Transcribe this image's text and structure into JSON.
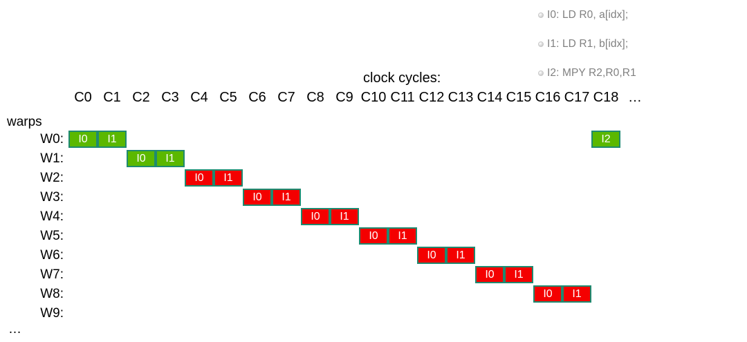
{
  "instructions": {
    "bullet_icon": "sphere-bullet-icon",
    "items": [
      {
        "text": "I0: LD R0, a[idx];"
      },
      {
        "text": "I1: LD R1, b[idx];"
      },
      {
        "text": "I2: MPY R2,R0,R1"
      }
    ]
  },
  "timeline": {
    "clock_caption": "clock cycles:",
    "warps_caption": "warps",
    "bottom_ellipsis": "…",
    "cycle_labels": [
      "C0",
      "C1",
      "C2",
      "C3",
      "C4",
      "C5",
      "C6",
      "C7",
      "C8",
      "C9",
      "C10",
      "C11",
      "C12",
      "C13",
      "C14",
      "C15",
      "C16",
      "C17",
      "C18",
      "…"
    ],
    "colors": {
      "ready_green": "#5bb800",
      "stalled_red": "#f40000",
      "cell_border_teal": "#1f8a70",
      "instruction_text_gray": "#808080",
      "background": "#ffffff"
    },
    "rows": [
      {
        "label": "W0:",
        "cells": [
          {
            "text": "I0",
            "column": 0,
            "state": "green"
          },
          {
            "text": "I1",
            "column": 1,
            "state": "green"
          },
          {
            "text": "I2",
            "column": 18,
            "state": "green"
          }
        ]
      },
      {
        "label": "W1:",
        "cells": [
          {
            "text": "I0",
            "column": 2,
            "state": "green"
          },
          {
            "text": "I1",
            "column": 3,
            "state": "green"
          }
        ]
      },
      {
        "label": "W2:",
        "cells": [
          {
            "text": "I0",
            "column": 4,
            "state": "red"
          },
          {
            "text": "I1",
            "column": 5,
            "state": "red"
          }
        ]
      },
      {
        "label": "W3:",
        "cells": [
          {
            "text": "I0",
            "column": 6,
            "state": "red"
          },
          {
            "text": "I1",
            "column": 7,
            "state": "red"
          }
        ]
      },
      {
        "label": "W4:",
        "cells": [
          {
            "text": "I0",
            "column": 8,
            "state": "red"
          },
          {
            "text": "I1",
            "column": 9,
            "state": "red"
          }
        ]
      },
      {
        "label": "W5:",
        "cells": [
          {
            "text": "I0",
            "column": 10,
            "state": "red"
          },
          {
            "text": "I1",
            "column": 11,
            "state": "red"
          }
        ]
      },
      {
        "label": "W6:",
        "cells": [
          {
            "text": "I0",
            "column": 12,
            "state": "red"
          },
          {
            "text": "I1",
            "column": 13,
            "state": "red"
          }
        ]
      },
      {
        "label": "W7:",
        "cells": [
          {
            "text": "I0",
            "column": 14,
            "state": "red"
          },
          {
            "text": "I1",
            "column": 15,
            "state": "red"
          }
        ]
      },
      {
        "label": "W8:",
        "cells": [
          {
            "text": "I0",
            "column": 16,
            "state": "red"
          },
          {
            "text": "I1",
            "column": 17,
            "state": "red"
          }
        ]
      },
      {
        "label": "W9:",
        "cells": []
      }
    ]
  }
}
